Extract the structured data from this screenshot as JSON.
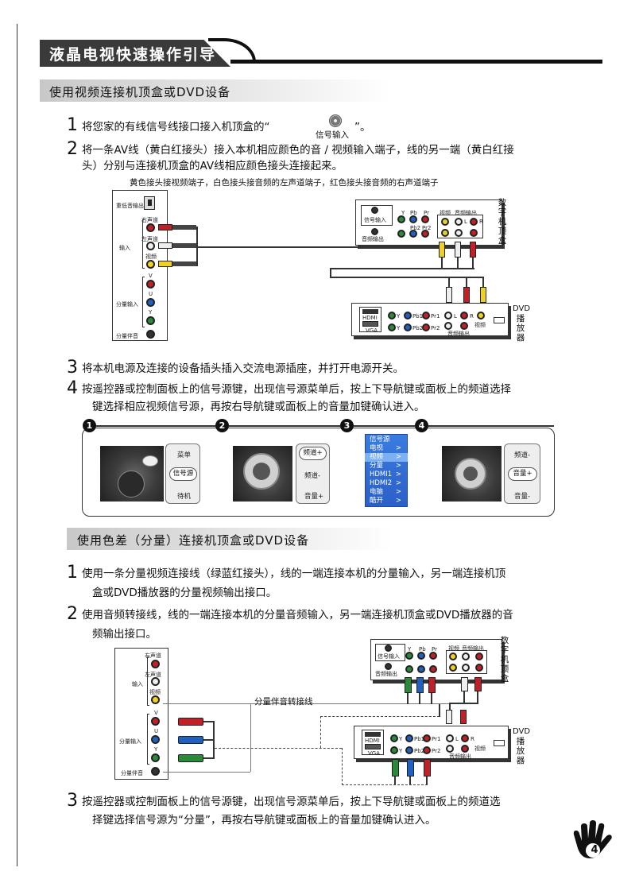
{
  "header": {
    "title": "液晶电视快速操作引导"
  },
  "section1": {
    "title": "使用视频连接机顶盒或DVD设备",
    "step1": {
      "num": "1",
      "text_a": "将您家的有线信号线接口接入机顶盒的“",
      "text_b": "”。",
      "icon_label": "信号输入"
    },
    "step2": {
      "num": "2",
      "line1": "将一条AV线（黄白红接头）接入本机相应颜色的音 / 视频输入端子，线的另一端（黄白红接",
      "line2": "头）分别与连接机顶盒的AV线相应颜色接头连接起来。"
    },
    "caption": "黄色接头接视频端子，白色接头接音频的左声道端子，红色接头接音频的右声道端子",
    "tv_panel": {
      "subwoofer": "重低音输出",
      "right": "右声道",
      "left": "左声道",
      "video": "视频",
      "input": "输入",
      "component_in": "分量输入",
      "comp_audio": "分量伴音",
      "y": "Y",
      "u": "U",
      "v": "V"
    },
    "stb": {
      "signal_in": "信号输入",
      "audio_out": "音频输出",
      "video": "视频",
      "audio_out2": "音频输出",
      "y": "Y",
      "pb": "Pb",
      "pr": "Pr",
      "pb2": "Pb2",
      "pr2": "Pr2",
      "l": "L",
      "r": "R",
      "label": "数字机顶盒"
    },
    "dvd": {
      "hdmi": "HDMI",
      "vga": "VGA",
      "y": "Y",
      "pb1": "Pb1",
      "pr1": "Pr1",
      "pb2": "Pb2",
      "pr2": "Pr2",
      "l": "L",
      "r": "R",
      "video": "视频",
      "audio_out": "音频输出",
      "label": "DVD播放器",
      "label_dvd": "DVD",
      "label_rest": "播放器"
    },
    "step3": {
      "num": "3",
      "text": "将本机电源及连接的设备插头插入交流电源插座，并打开电源开关。"
    },
    "step4": {
      "num": "4",
      "line1": "按遥控器或控制面板上的信号源键，出现信号源菜单后，按上下导航键或面板上的频道选择",
      "line2": "键选择相应视频信号源，再按右导航键或面板上的音量加键确认进入。"
    },
    "panels": {
      "b1": "1",
      "b2": "2",
      "b3": "3",
      "b4": "4",
      "p1": {
        "menu": "菜单",
        "source": "信号源",
        "standby": "待机"
      },
      "p2": {
        "ch_up": "频道+",
        "ch_down": "频道-",
        "vol_up": "音量+"
      },
      "osd": [
        "信号源",
        "电视",
        "视频",
        "分量",
        "HDMI1",
        "HDMI2",
        "电脑",
        "酷开"
      ],
      "osd_arrow": ">",
      "p4": {
        "ch_down": "频道-",
        "vol_up": "音量+",
        "vol_down": "音量-"
      }
    }
  },
  "section2": {
    "title": "使用色差（分量）连接机顶盒或DVD设备",
    "step1": {
      "num": "1",
      "line1": "使用一条分量视频连接线（绿蓝红接头），线的一端连接本机的分量输入，另一端连接机顶",
      "line2": "盒或DVD播放器的分量视频输出接口。"
    },
    "step2": {
      "num": "2",
      "line1": "使用音频转接线，线的一端连接本机的分量音频输入，另一端连接机顶盒或DVD播放器的音",
      "line2": "频输出接口。"
    },
    "cable_label": "分量伴音转接线",
    "tv_panel": {
      "right": "右声道",
      "left": "左声道",
      "video": "视频",
      "input": "输入",
      "component_in": "分量输入",
      "comp_audio": "分量伴音",
      "y": "Y",
      "u": "U",
      "v": "V"
    },
    "step3": {
      "num": "3",
      "line1": "按遥控器或控制面板上的信号源键，出现信号源菜单后，按上下导航键或面板上的频道选",
      "line2": "择键选择信号源为“分量”，再按右导航键或面板上的音量加键确认进入。"
    }
  },
  "page_number": "4"
}
